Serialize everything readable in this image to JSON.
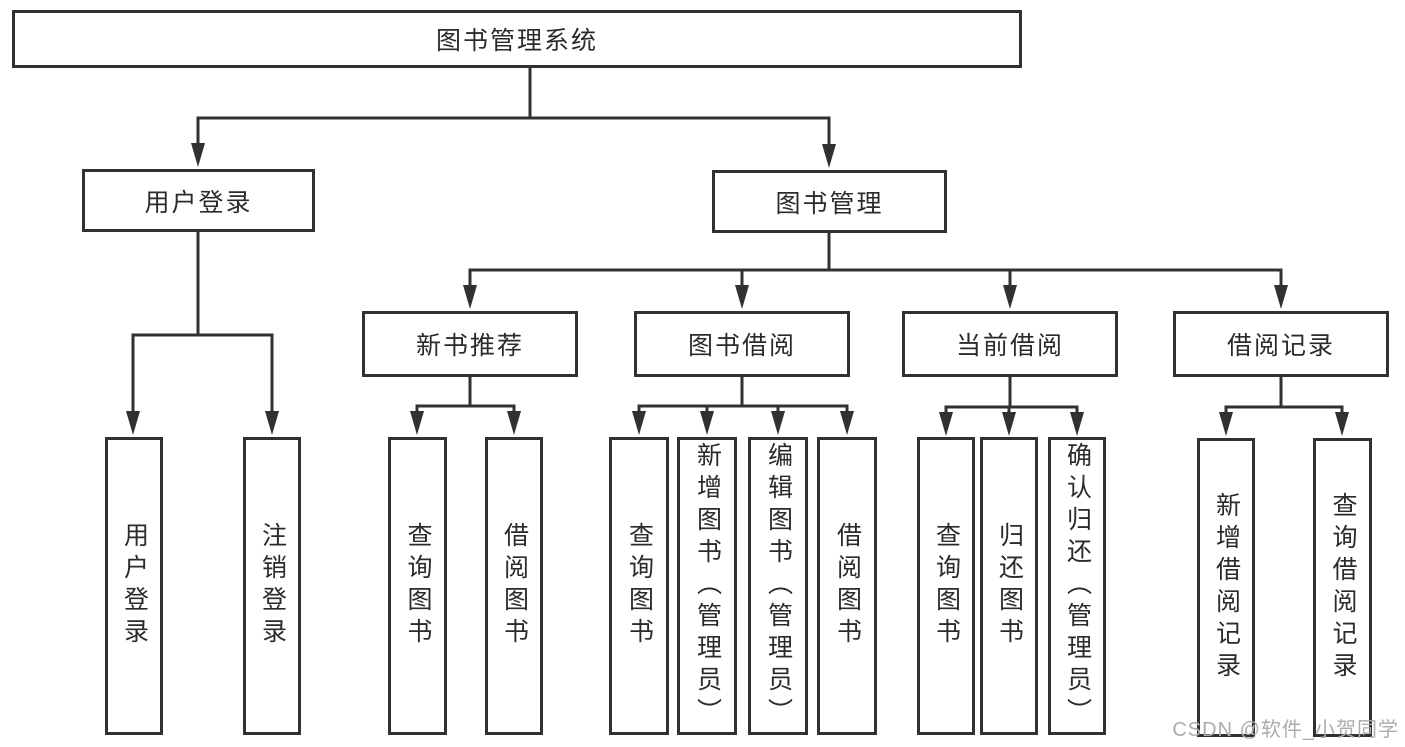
{
  "diagram": {
    "title": "图书管理系统",
    "type": "hierarchy-tree",
    "colors": {
      "line": "#313131",
      "box_border": "#313131",
      "text": "#2b2b2b",
      "background": "#ffffff",
      "watermark": "#acacac"
    },
    "nodes": {
      "root": {
        "label": "图书管理系统"
      },
      "userLogin": {
        "label": "用户登录"
      },
      "bookManage": {
        "label": "图书管理"
      },
      "newBookRec": {
        "label": "新书推荐"
      },
      "bookBorrow": {
        "label": "图书借阅"
      },
      "currentBorrow": {
        "label": "当前借阅"
      },
      "borrowRecord": {
        "label": "借阅记录"
      },
      "leafUserLogin": {
        "label": "用户登录"
      },
      "leafLogout": {
        "label": "注销登录"
      },
      "leafQueryBook1": {
        "label": "查询图书"
      },
      "leafBorrowBook1": {
        "label": "借阅图书"
      },
      "leafQueryBook2": {
        "label": "查询图书"
      },
      "leafAddBook": {
        "label": "新增图书（管理员）"
      },
      "leafEditBook": {
        "label": "编辑图书（管理员）"
      },
      "leafBorrowBook2": {
        "label": "借阅图书"
      },
      "leafQueryBook3": {
        "label": "查询图书"
      },
      "leafReturnBook": {
        "label": "归还图书"
      },
      "leafConfirmReturn": {
        "label": "确认归还（管理员）"
      },
      "leafAddRecord": {
        "label": "新增借阅记录"
      },
      "leafQueryRecord": {
        "label": "查询借阅记录"
      }
    },
    "edges": [
      [
        "root",
        "userLogin"
      ],
      [
        "root",
        "bookManage"
      ],
      [
        "userLogin",
        "leafUserLogin"
      ],
      [
        "userLogin",
        "leafLogout"
      ],
      [
        "bookManage",
        "newBookRec"
      ],
      [
        "bookManage",
        "bookBorrow"
      ],
      [
        "bookManage",
        "currentBorrow"
      ],
      [
        "bookManage",
        "borrowRecord"
      ],
      [
        "newBookRec",
        "leafQueryBook1"
      ],
      [
        "newBookRec",
        "leafBorrowBook1"
      ],
      [
        "bookBorrow",
        "leafQueryBook2"
      ],
      [
        "bookBorrow",
        "leafAddBook"
      ],
      [
        "bookBorrow",
        "leafEditBook"
      ],
      [
        "bookBorrow",
        "leafBorrowBook2"
      ],
      [
        "currentBorrow",
        "leafQueryBook3"
      ],
      [
        "currentBorrow",
        "leafReturnBook"
      ],
      [
        "currentBorrow",
        "leafConfirmReturn"
      ],
      [
        "borrowRecord",
        "leafAddRecord"
      ],
      [
        "borrowRecord",
        "leafQueryRecord"
      ]
    ],
    "watermark": "CSDN @软件_小贺同学"
  }
}
